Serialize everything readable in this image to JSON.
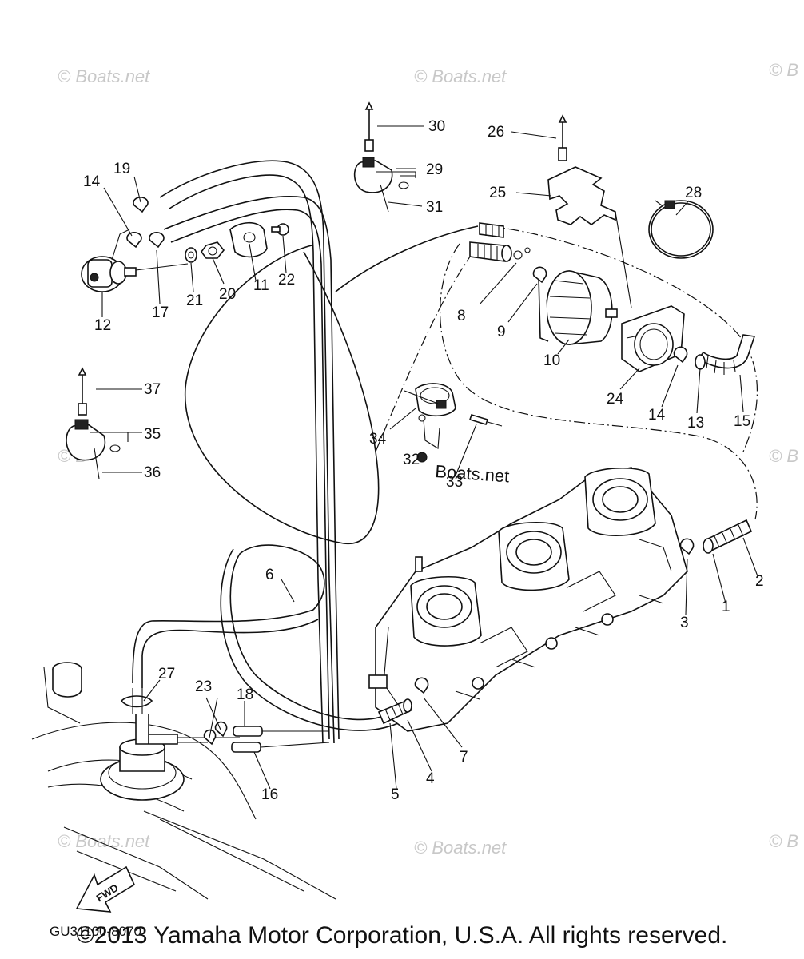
{
  "watermarks": [
    {
      "text": "© Boats.net"
    },
    {
      "text": "© Boats.net"
    },
    {
      "text": "© B"
    },
    {
      "text": "© B"
    },
    {
      "text": "© B"
    },
    {
      "text": "© Boats.net"
    },
    {
      "text": "© Boats.net"
    },
    {
      "text": "© B"
    }
  ],
  "inline_watermark": "Boats.net",
  "callouts": [
    "1",
    "2",
    "3",
    "4",
    "5",
    "6",
    "7",
    "8",
    "9",
    "10",
    "11",
    "12",
    "13",
    "14",
    "15",
    "16",
    "17",
    "18",
    "19",
    "20",
    "21",
    "22",
    "23",
    "24",
    "25",
    "26",
    "27",
    "28",
    "29",
    "30",
    "31",
    "32",
    "33",
    "34",
    "35",
    "36",
    "37",
    "14"
  ],
  "direction_marker": "FWD",
  "diagram_code": "GU31100-8070",
  "copyright": "©2013 Yamaha Motor Corporation, U.S.A. All rights reserved."
}
